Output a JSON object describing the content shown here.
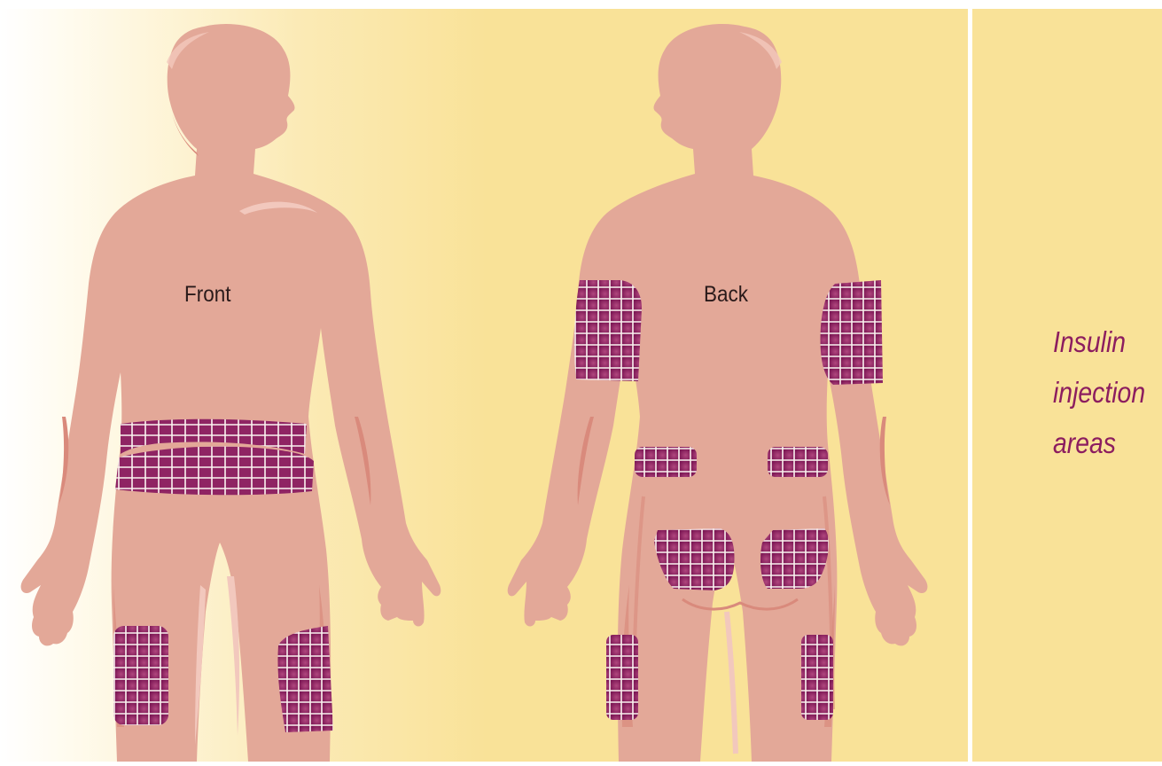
{
  "figure": {
    "front_label": "Front",
    "back_label": "Back",
    "caption_lines": [
      "Insulin",
      "injection",
      "areas"
    ],
    "colors": {
      "background_yellow": "#f9e298",
      "background_white": "#ffffff",
      "skin": "#e3a898",
      "skin_shadow": "#d98a7c",
      "highlight": "#f2c8bd",
      "injection_area": "#8b1f60",
      "caption": "#8c1d5f",
      "divider": "#ffffff"
    },
    "injection_areas": {
      "front": [
        "abdomen",
        "left-thigh",
        "right-thigh"
      ],
      "back": [
        "left-upper-arm",
        "right-upper-arm",
        "left-lower-back",
        "right-lower-back",
        "left-buttock",
        "right-buttock",
        "left-thigh",
        "right-thigh"
      ]
    }
  }
}
